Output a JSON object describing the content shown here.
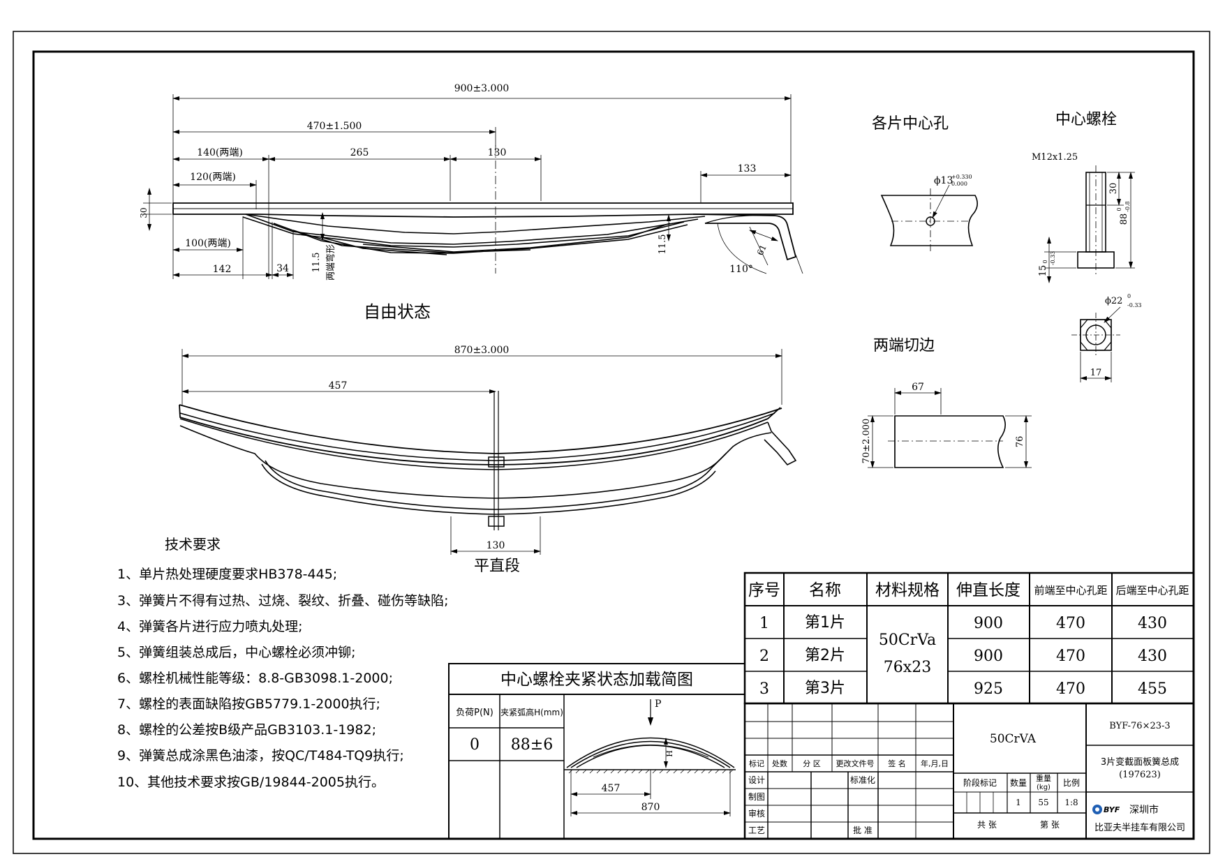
{
  "free_state": {
    "title": "自由状态",
    "dims": {
      "overall": "900±3.000",
      "front_half": "470±1.500",
      "d140": "140(两端)",
      "d120": "120(两端)",
      "d265": "265",
      "d130": "130",
      "d133": "133",
      "d30": "30",
      "d100": "100(两端)",
      "d142": "142",
      "d34": "34",
      "d11_5_left": "11.5",
      "bend_note": "两端弯形",
      "d11_5_right": "11.5",
      "d61": "61",
      "angle": "110°"
    }
  },
  "assembly": {
    "overall": "870±3.000",
    "d457": "457",
    "flat_len": "130",
    "flat_title": "平直段"
  },
  "center_hole": {
    "title": "各片中心孔",
    "dia_main": "ϕ13",
    "tol_up": "+0.330",
    "tol_low": "0.000"
  },
  "center_bolt": {
    "title": "中心螺栓",
    "thread": "M12x1.25",
    "d30": "30",
    "d88": "88",
    "d88_tol_up": "0",
    "d88_tol_low": "-0.8",
    "d15": "15",
    "d15_tol_up": "0",
    "d15_tol_low": "-0.33",
    "d22": "ϕ22",
    "d22_tol_up": "0",
    "d22_tol_low": "-0.33",
    "d17": "17"
  },
  "end_trim": {
    "title": "两端切边",
    "d67": "67",
    "d70": "70±2.000",
    "d76": "76"
  },
  "tech_req": {
    "title": "技术要求",
    "items": [
      "1、单片热处理硬度要求HB378-445;",
      "3、弹簧片不得有过热、过烧、裂纹、折叠、碰伤等缺陷;",
      "4、弹簧各片进行应力喷丸处理;",
      "5、弹簧组装总成后，中心螺栓必须冲铆;",
      "6、螺栓机械性能等级：8.8-GB3098.1-2000;",
      "7、螺栓的表面缺陷按GB5779.1-2000执行;",
      "8、螺栓的公差按B级产品GB3103.1-1982;",
      "9、弹簧总成涂黑色油漆，按QC/T484-TQ9执行;",
      "10、其他技术要求按GB/19844-2005执行。"
    ]
  },
  "load_diagram": {
    "title": "中心螺栓夹紧状态加载简图",
    "col_load": "负荷P(N)",
    "col_height": "夹紧弧高H(mm)",
    "load": "0",
    "height": "88±6",
    "p_label": "P",
    "h_label": "H",
    "d457": "457",
    "d870": "870"
  },
  "leaf_table": {
    "headers": [
      "序号",
      "名称",
      "材料规格",
      "伸直长度",
      "前端至中心孔距",
      "后端至中心孔距"
    ],
    "material": [
      "50CrVa",
      "76x23"
    ],
    "rows": [
      {
        "no": "1",
        "name": "第1片",
        "length": "900",
        "front": "470",
        "rear": "430"
      },
      {
        "no": "2",
        "name": "第2片",
        "length": "900",
        "front": "470",
        "rear": "430"
      },
      {
        "no": "3",
        "name": "第3片",
        "length": "925",
        "front": "470",
        "rear": "455"
      }
    ]
  },
  "title_block": {
    "rev_labels": [
      "标记",
      "处数",
      "分 区",
      "更改文件号",
      "签 名",
      "年,月,日"
    ],
    "design": "设计",
    "standardize": "标准化",
    "draw": "制图",
    "review": "审核",
    "process": "工艺",
    "approve": "批 准",
    "material": "50CrVA",
    "stage_mark": "阶段标记",
    "qty_label": "数量",
    "weight_label": "重量",
    "weight_unit": "(kg)",
    "scale_label": "比例",
    "qty": "1",
    "weight": "55",
    "scale": "1:8",
    "total": "共  张",
    "sheet": "第  张",
    "code": "BYF-76×23-3",
    "product_name": "3片变截面板簧总成",
    "product_no": "(197623)",
    "logo": "BYF",
    "company_1": "深圳市",
    "company_2": "比亚夫半挂车有限公司"
  }
}
